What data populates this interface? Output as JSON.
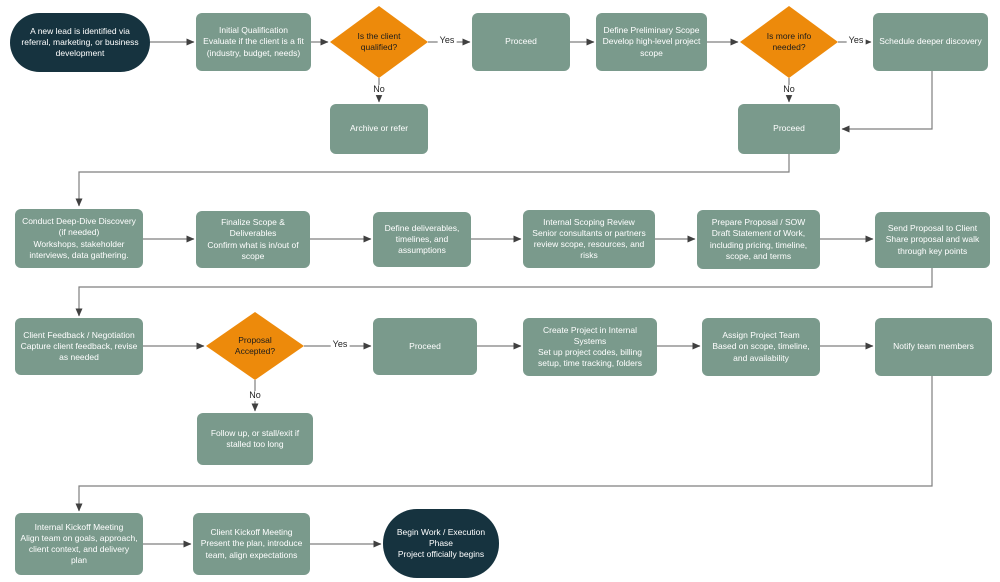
{
  "colors": {
    "process_fill": "#7a9a8c",
    "terminator_fill": "#16333f",
    "decision_fill": "#ed8a0b",
    "process_text": "#ffffff",
    "decision_text": "#1c1c1c",
    "connector_line": "#7f7f7f",
    "arrowhead": "#404040",
    "background": "#ffffff"
  },
  "nodes": {
    "start": {
      "text": "A new lead is identified via referral, marketing, or business development"
    },
    "initial_qualification": {
      "text": "Initial Qualification\nEvaluate if the client is a fit (industry, budget, needs)"
    },
    "decision_qualified": {
      "text": "Is the client qualified?"
    },
    "proceed_1": {
      "text": "Proceed"
    },
    "define_preliminary_scope": {
      "text": "Define Preliminary Scope\nDevelop high-level project scope"
    },
    "decision_more_info": {
      "text": "Is more info needed?"
    },
    "schedule_discovery": {
      "text": "Schedule deeper discovery"
    },
    "archive_or_refer": {
      "text": "Archive or refer"
    },
    "proceed_2": {
      "text": "Proceed"
    },
    "conduct_deep_dive": {
      "text": "Conduct Deep-Dive Discovery (if needed)\nWorkshops, stakeholder interviews, data gathering."
    },
    "finalize_scope": {
      "text": "Finalize Scope & Deliverables\nConfirm what is in/out of scope"
    },
    "define_deliverables": {
      "text": "Define deliverables, timelines, and assumptions"
    },
    "internal_scoping_review": {
      "text": "Internal Scoping Review\nSenior consultants or partners review scope, resources, and risks"
    },
    "prepare_proposal": {
      "text": "Prepare Proposal / SOW\nDraft Statement of Work, including pricing, timeline, scope, and terms"
    },
    "send_proposal": {
      "text": "Send Proposal to Client\nShare proposal and walk through key points"
    },
    "client_feedback": {
      "text": "Client Feedback / Negotiation\nCapture client feedback, revise as needed"
    },
    "decision_proposal_accepted": {
      "text": "Proposal Accepted?"
    },
    "proceed_3": {
      "text": "Proceed"
    },
    "create_project": {
      "text": "Create Project in Internal Systems\nSet up project codes, billing setup, time tracking, folders"
    },
    "assign_team": {
      "text": "Assign Project Team\nBased on scope, timeline, and availability"
    },
    "notify_team": {
      "text": "Notify team members"
    },
    "follow_up": {
      "text": "Follow up, or stall/exit if stalled too long"
    },
    "internal_kickoff": {
      "text": "Internal Kickoff Meeting\nAlign team on goals, approach, client context, and delivery plan"
    },
    "client_kickoff": {
      "text": "Client Kickoff Meeting\nPresent the plan, introduce team, align expectations"
    },
    "end": {
      "text": "Begin Work / Execution Phase\nProject officially begins"
    }
  },
  "edge_labels": {
    "yes_qualified": "Yes",
    "no_qualified": "No",
    "yes_more_info": "Yes",
    "no_more_info": "No",
    "yes_accepted": "Yes",
    "no_accepted": "No"
  }
}
